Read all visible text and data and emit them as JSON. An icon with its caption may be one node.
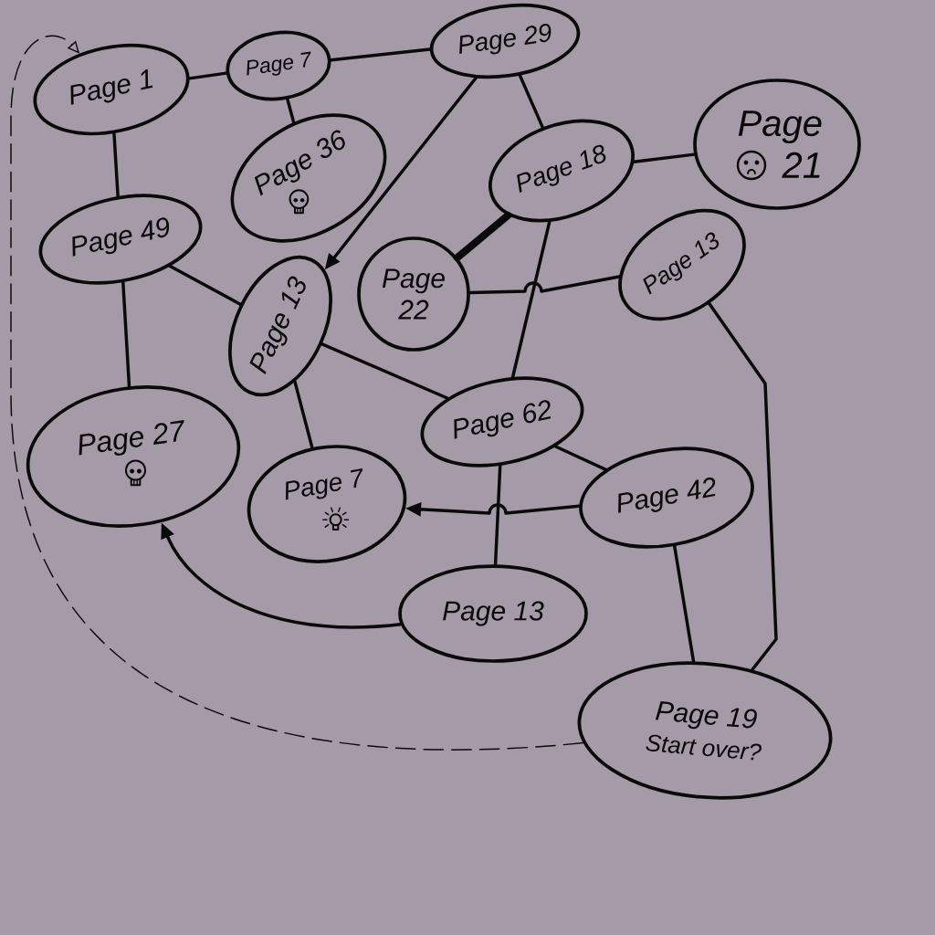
{
  "diagram": {
    "nodes": [
      {
        "text": [
          "Page 1"
        ]
      },
      {
        "text": [
          "Page 7"
        ]
      },
      {
        "text": [
          "Page 29"
        ]
      },
      {
        "text": [
          "Page 36"
        ]
      },
      {
        "text": [
          "Page 18"
        ]
      },
      {
        "text": [
          "Page 21"
        ]
      },
      {
        "text": [
          "Page 49"
        ]
      },
      {
        "text": [
          "Page 13"
        ]
      },
      {
        "text": [
          "Page 22"
        ]
      },
      {
        "text": [
          "Page 13"
        ]
      },
      {
        "text": [
          "Page 27"
        ]
      },
      {
        "text": [
          "Page 62"
        ]
      },
      {
        "text": [
          "Page 7"
        ]
      },
      {
        "text": [
          "Page 42"
        ]
      },
      {
        "text": [
          "Page 13"
        ]
      },
      {
        "text": [
          "Page 19",
          "Start over?"
        ]
      }
    ],
    "edges": [
      {
        "from": 0,
        "to": 1,
        "arrow": "none"
      },
      {
        "from": 1,
        "to": 2,
        "arrow": "none"
      },
      {
        "from": 1,
        "to": 3,
        "arrow": "none"
      },
      {
        "from": 0,
        "to": 6,
        "arrow": "none"
      },
      {
        "from": 2,
        "to": 4,
        "arrow": "none"
      },
      {
        "from": 2,
        "to": 7,
        "arrow": "to"
      },
      {
        "from": 4,
        "to": 5,
        "arrow": "none"
      },
      {
        "from": 4,
        "to": 8,
        "arrow": "none",
        "style": "thick"
      },
      {
        "from": 4,
        "to": 11,
        "arrow": "none"
      },
      {
        "from": 8,
        "to": 9,
        "arrow": "none"
      },
      {
        "from": 6,
        "to": 7,
        "arrow": "none"
      },
      {
        "from": 6,
        "to": 10,
        "arrow": "none"
      },
      {
        "from": 7,
        "to": 11,
        "arrow": "none"
      },
      {
        "from": 7,
        "to": 12,
        "arrow": "none"
      },
      {
        "from": 11,
        "to": 13,
        "arrow": "none"
      },
      {
        "from": 11,
        "to": 14,
        "arrow": "none"
      },
      {
        "from": 13,
        "to": 12,
        "arrow": "to"
      },
      {
        "from": 14,
        "to": 10,
        "arrow": "to"
      },
      {
        "from": 13,
        "to": 15,
        "arrow": "none"
      },
      {
        "from": 9,
        "to": 15,
        "arrow": "none"
      },
      {
        "from": 15,
        "to": 0,
        "arrow": "to",
        "style": "dashed"
      }
    ]
  }
}
